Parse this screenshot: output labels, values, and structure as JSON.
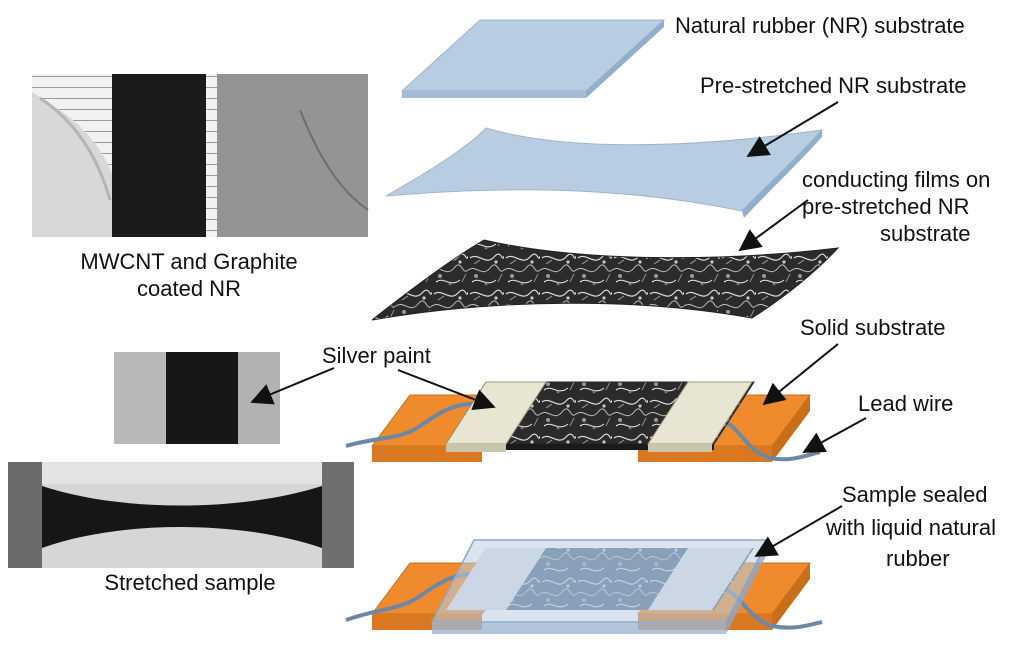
{
  "labels": {
    "nr_substrate": "Natural rubber (NR)  substrate",
    "prestretched": "Pre-stretched NR substrate",
    "conducting_line1": "conducting films on",
    "conducting_line2": "pre-stretched NR",
    "conducting_line3": "substrate",
    "photo_caption_line1": "MWCNT and Graphite",
    "photo_caption_line2": "coated NR",
    "silver_paint": "Silver paint",
    "solid_substrate": "Solid substrate",
    "lead_wire": "Lead wire",
    "sealed_line1": "Sample sealed",
    "sealed_line2": "with liquid natural",
    "sealed_line3": "rubber",
    "stretched_sample": "Stretched sample"
  },
  "colors": {
    "nr_fill": "#b9cde2",
    "nr_edge": "#8ea9c7",
    "orange": "#ef8b2c",
    "silver": "#e8e5d2",
    "film_dark": "#222222",
    "wire": "#6d87a6"
  }
}
